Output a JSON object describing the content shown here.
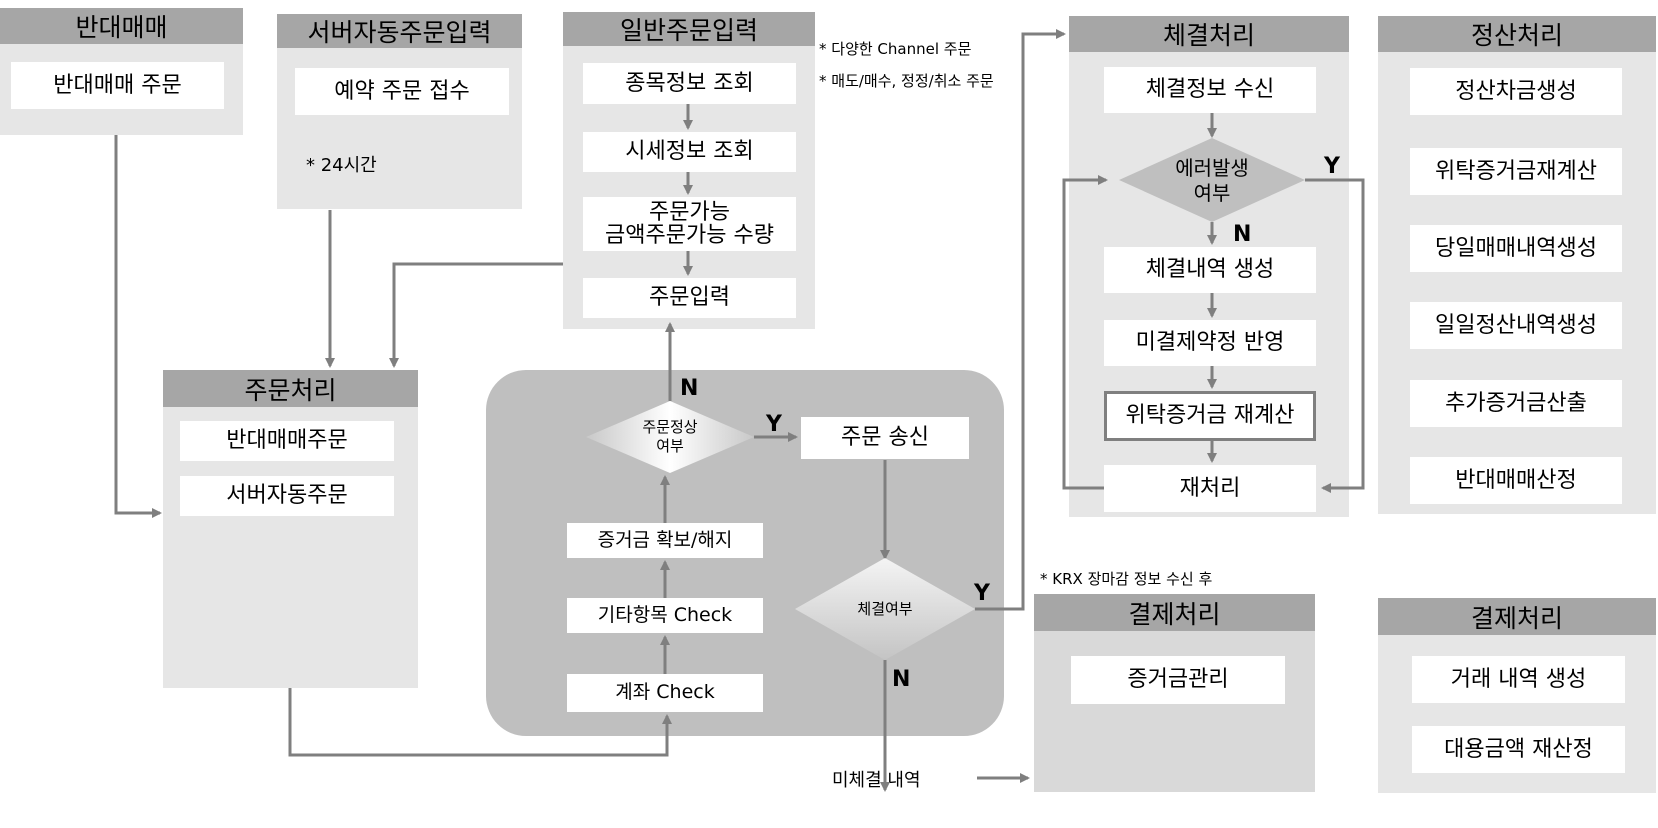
{
  "reverse_trade": {
    "title": "반대매매",
    "items": [
      "반대매매 주문"
    ]
  },
  "server_auto_order": {
    "title": "서버자동주문입력",
    "items": [
      "예약 주문 접수"
    ],
    "note": "* 24시간"
  },
  "general_order": {
    "title": "일반주문입력",
    "items": [
      "종목정보 조회",
      "시세정보 조회",
      "주문가능\n금액주문가능 수량",
      "주문입력"
    ],
    "notes": [
      "* 다양한 Channel 주문",
      "* 매도/매수, 정정/취소 주문"
    ]
  },
  "order_processing": {
    "title": "주문처리",
    "items": [
      "반대매매주문",
      "서버자동주문"
    ]
  },
  "order_flow": {
    "steps": [
      "계좌 Check",
      "기타항목 Check",
      "증거금 확보/해지"
    ],
    "decision_normal": "주문정상\n여부",
    "send": "주문 송신",
    "decision_execution": "체결여부",
    "unexecuted": "미체결 내역"
  },
  "execution_processing": {
    "title": "체결처리",
    "items": [
      "체결정보 수신",
      "체결내역 생성",
      "미결제약정 반영",
      "위탁증거금 재계산",
      "재처리"
    ],
    "decision_error": "에러발생\n여부"
  },
  "settlement_processing": {
    "title": "정산처리",
    "items": [
      "정산차금생성",
      "위탁증거금재계산",
      "당일매매내역생성",
      "일일정산내역생성",
      "추가증거금산출",
      "반대매매산정"
    ]
  },
  "payment_processing_1": {
    "title": "결제처리",
    "items": [
      "증거금관리"
    ],
    "note": "* KRX 장마감 정보 수신 후"
  },
  "payment_processing_2": {
    "title": "결제처리",
    "items": [
      "거래 내역 생성",
      "대용금액 재산정"
    ]
  },
  "flow_labels": {
    "yes": "Y",
    "no": "N"
  }
}
